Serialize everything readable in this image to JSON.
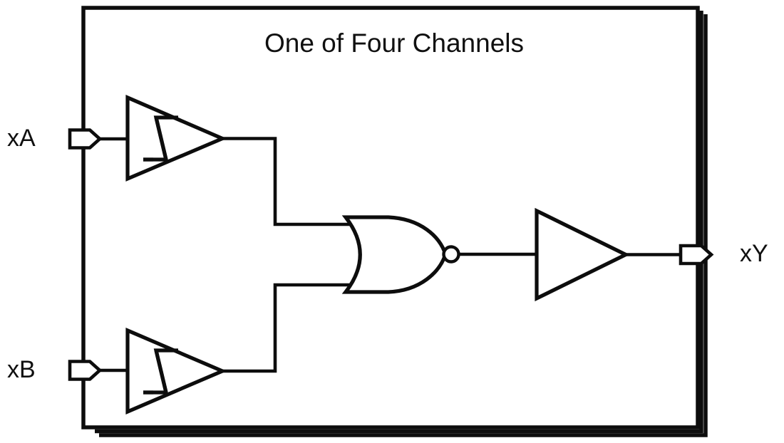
{
  "diagram": {
    "title": "One of Four Channels",
    "package": {
      "outline_name": "channel-boundary",
      "stacked_copies": 2
    },
    "ports": [
      {
        "id": "xA",
        "label": "xA",
        "direction": "input",
        "symbol": "pin-pentagon"
      },
      {
        "id": "xB",
        "label": "xB",
        "direction": "input",
        "symbol": "pin-pentagon"
      },
      {
        "id": "xY",
        "label": "xY",
        "direction": "output",
        "symbol": "pin-pentagon"
      }
    ],
    "gates": [
      {
        "id": "buf-a",
        "type": "schmitt-trigger-buffer",
        "inputs": [
          "xA"
        ],
        "symbol": "triangle-with-hysteresis"
      },
      {
        "id": "buf-b",
        "type": "schmitt-trigger-buffer",
        "inputs": [
          "xB"
        ],
        "symbol": "triangle-with-hysteresis"
      },
      {
        "id": "nor-1",
        "type": "nor",
        "inputs": [
          "buf-a",
          "buf-b"
        ],
        "symbol": "or-shape-with-bubble"
      },
      {
        "id": "buf-out",
        "type": "buffer",
        "inputs": [
          "nor-1"
        ],
        "symbol": "triangle"
      }
    ],
    "colors": {
      "line": "#0d0d0d",
      "text": "#101010",
      "background": "#ffffff"
    }
  }
}
